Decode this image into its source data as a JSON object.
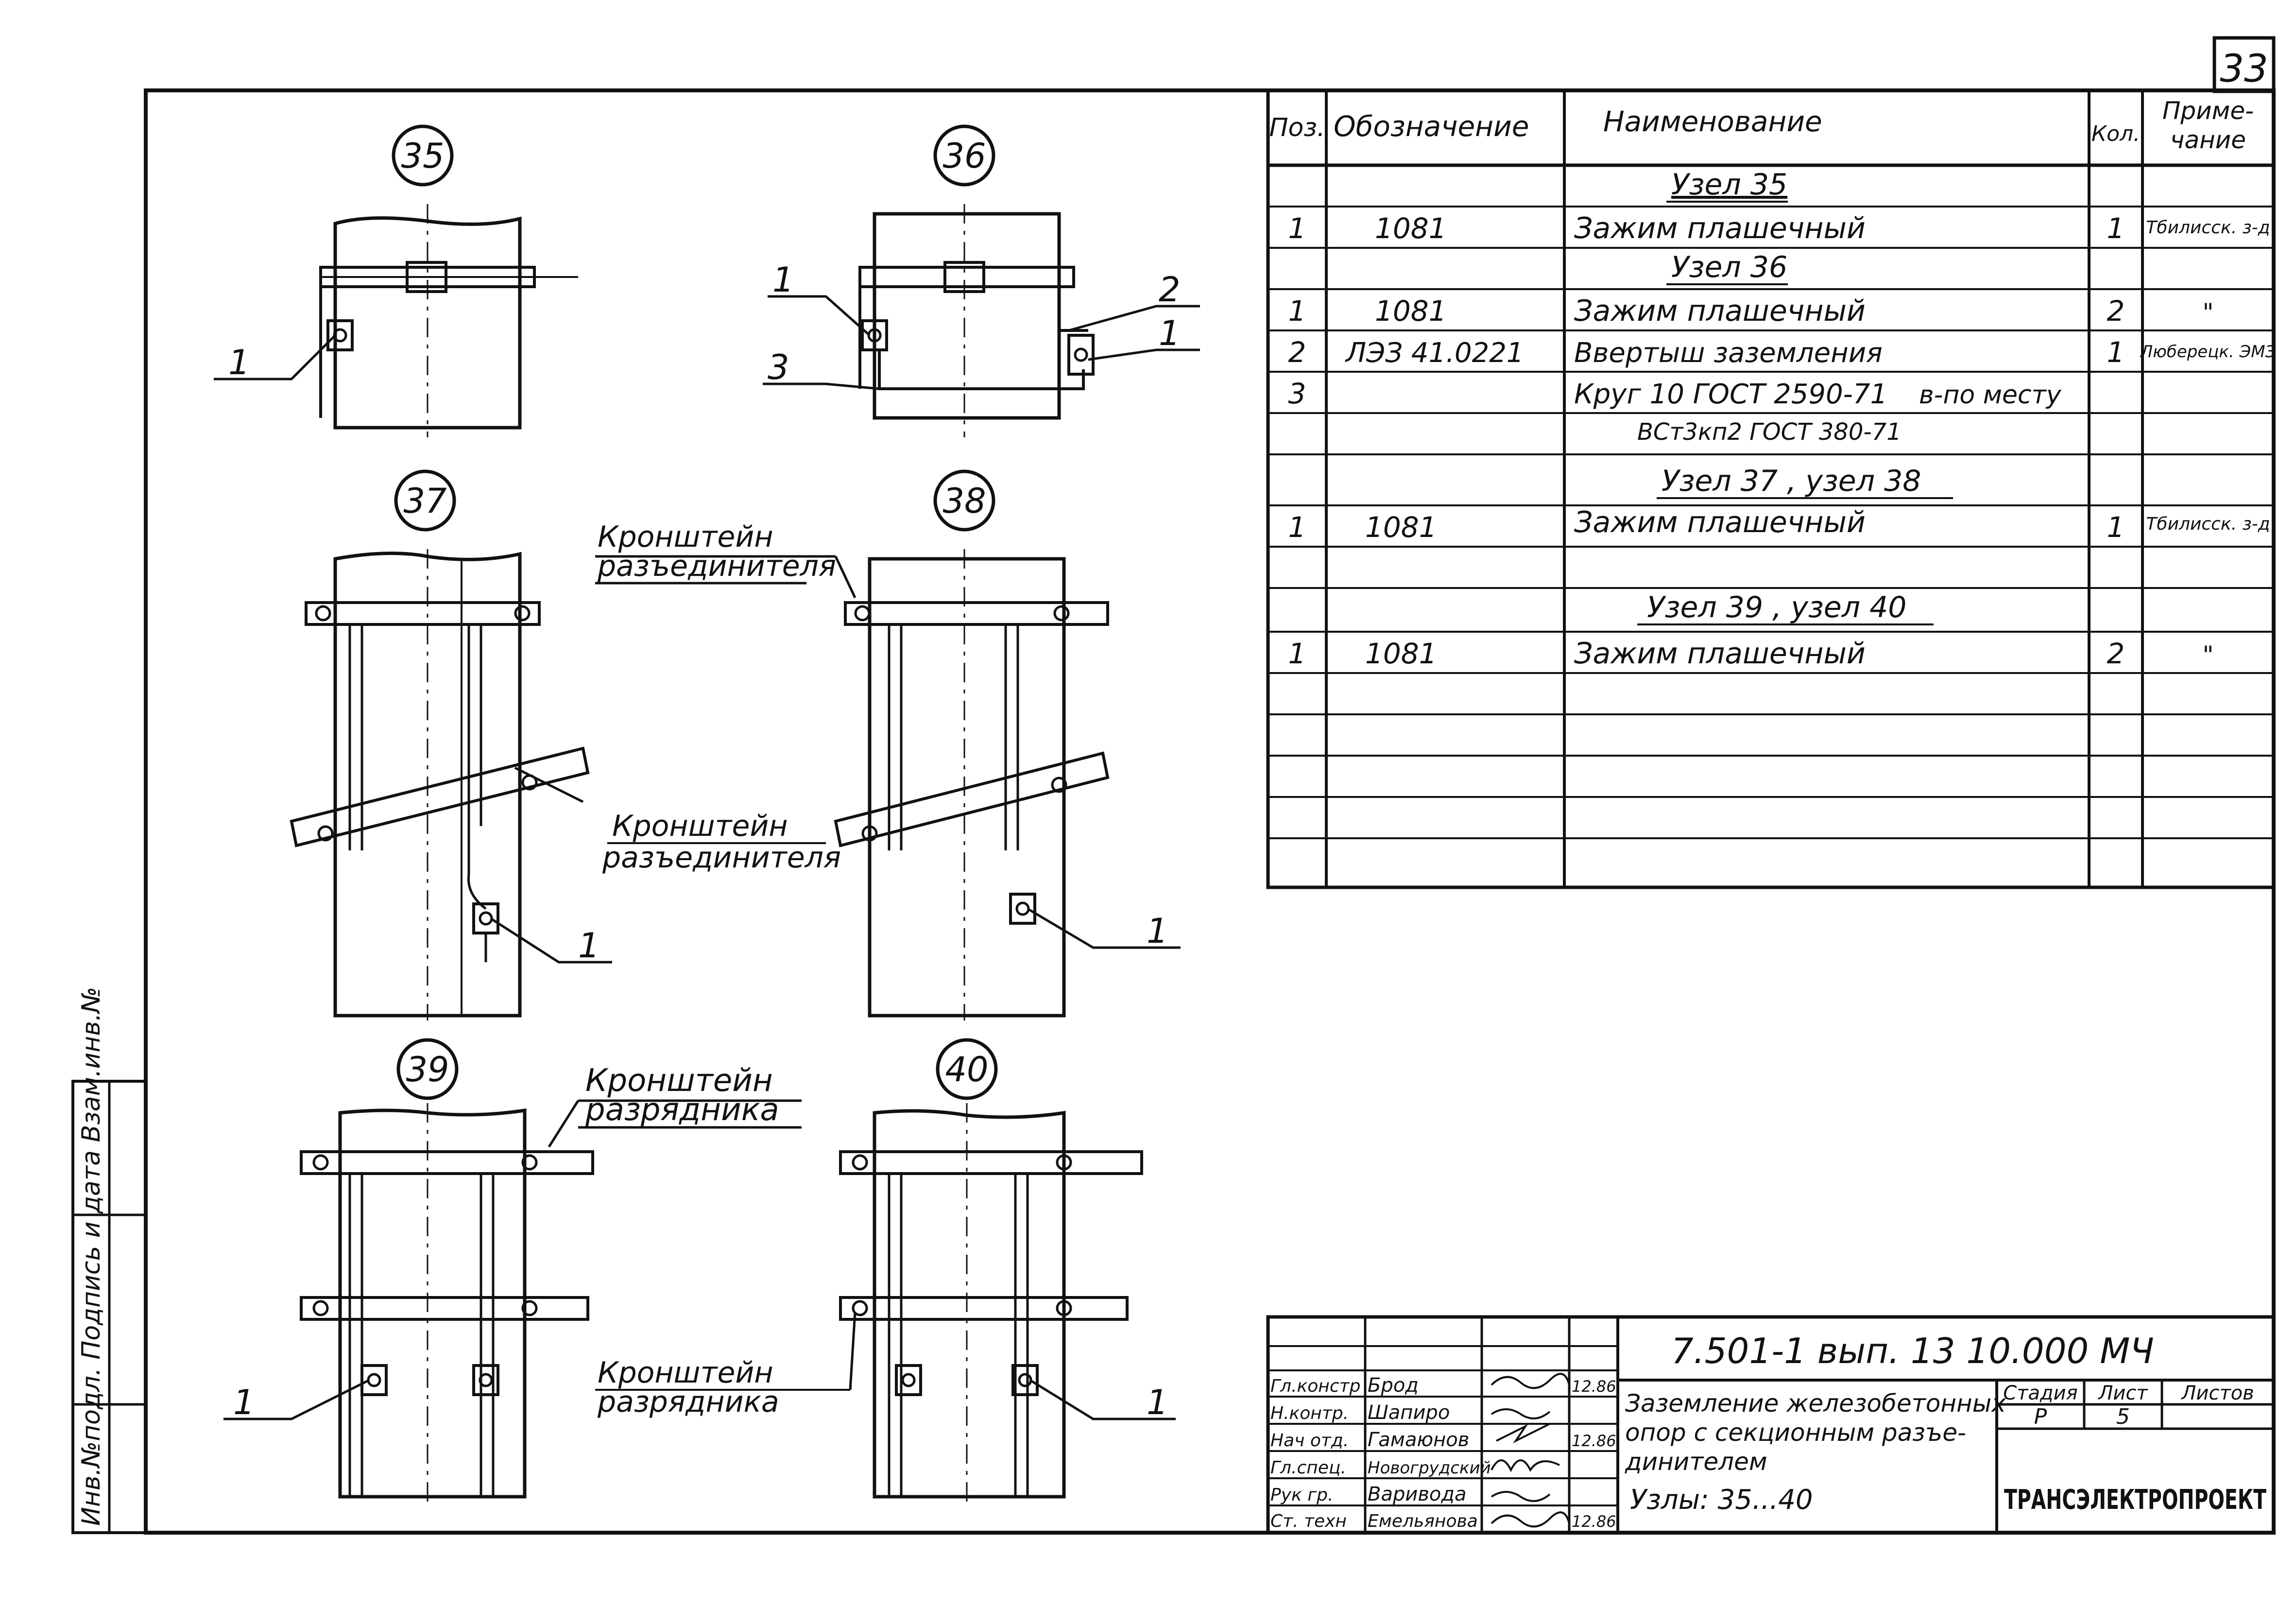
{
  "sheet_number": "33",
  "nodes": [
    {
      "id": "node-35",
      "label": "35"
    },
    {
      "id": "node-36",
      "label": "36"
    },
    {
      "id": "node-37",
      "label": "37"
    },
    {
      "id": "node-38",
      "label": "38"
    },
    {
      "id": "node-39",
      "label": "39"
    },
    {
      "id": "node-40",
      "label": "40"
    }
  ],
  "callouts": {
    "one": "1",
    "two": "2",
    "three": "3"
  },
  "labels": {
    "bracket_disconnector_1": "Кронштейн",
    "bracket_disconnector_2": "разъединителя",
    "bracket_arrester_1": "Кронштейн",
    "bracket_arrester_2": "разрядника"
  },
  "spec_table": {
    "headers": {
      "pos": "Поз.",
      "designation": "Обозначение",
      "name": "Наименование",
      "qty": "Кол.",
      "note_1": "Приме-",
      "note_2": "чание"
    },
    "rows": [
      {
        "pos": "",
        "designation": "",
        "name": "Узел 35",
        "qty": "",
        "note": "",
        "heading": true
      },
      {
        "pos": "1",
        "designation": "1081",
        "name": "Зажим плашечный",
        "qty": "1",
        "note": "Тбилисск. з-д"
      },
      {
        "pos": "",
        "designation": "",
        "name": "Узел 36",
        "qty": "",
        "note": "",
        "heading": true
      },
      {
        "pos": "1",
        "designation": "1081",
        "name": "Зажим плашечный",
        "qty": "2",
        "note": "\""
      },
      {
        "pos": "2",
        "designation": "ЛЭЗ 41.0221",
        "name": "Ввертыш заземления",
        "qty": "1",
        "note": "Люберецк. ЭМЗ"
      },
      {
        "pos": "3",
        "designation": "",
        "name": "Круг 10 ГОСТ 2590-71",
        "name_extra": "в-по месту",
        "qty": "",
        "note": ""
      },
      {
        "pos": "",
        "designation": "",
        "name": "ВСт3кп2 ГОСТ 380-71",
        "qty": "",
        "note": "",
        "sub": true
      },
      {
        "pos": "",
        "designation": "",
        "name": "Узел 37 , узел 38",
        "qty": "",
        "note": "",
        "heading": true
      },
      {
        "pos": "1",
        "designation": "1081",
        "name": "Зажим плашечный",
        "qty": "1",
        "note": "Тбилисск. з-д"
      },
      {
        "pos": "",
        "designation": "",
        "name": "",
        "qty": "",
        "note": ""
      },
      {
        "pos": "",
        "designation": "",
        "name": "Узел 39 , узел 40",
        "qty": "",
        "note": "",
        "heading": true
      },
      {
        "pos": "1",
        "designation": "1081",
        "name": "Зажим плашечный",
        "qty": "2",
        "note": "\""
      }
    ]
  },
  "title_block": {
    "document_code": "7.501-1  вып. 13    10.000 МЧ",
    "title_lines": [
      "Заземление железобетонных",
      "опор с секционным разъе-",
      "динителем"
    ],
    "nodes_caption": "Узлы: 35...40",
    "stage_header": "Стадия",
    "sheet_header": "Лист",
    "sheets_header": "Листов",
    "stage": "Р",
    "sheet": "5",
    "sheets": "",
    "organization": "ТРАНСЭЛЕКТРОПРОЕКТ",
    "signatures": [
      {
        "role": "Гл.констр",
        "name": "Брод",
        "date": "12.86"
      },
      {
        "role": "Н.контр.",
        "name": "Шапиро",
        "date": ""
      },
      {
        "role": "Нач отд.",
        "name": "Гамаюнов",
        "date": "12.86"
      },
      {
        "role": "Гл.спец.",
        "name": "Новогрудский",
        "date": ""
      },
      {
        "role": "Рук гр.",
        "name": "Варивода",
        "date": ""
      },
      {
        "role": "Ст. техн",
        "name": "Емельянова",
        "date": "12.86"
      }
    ]
  },
  "side_stamp": "Инв.№подл.  Подпись и дата  Взам.инв.№"
}
